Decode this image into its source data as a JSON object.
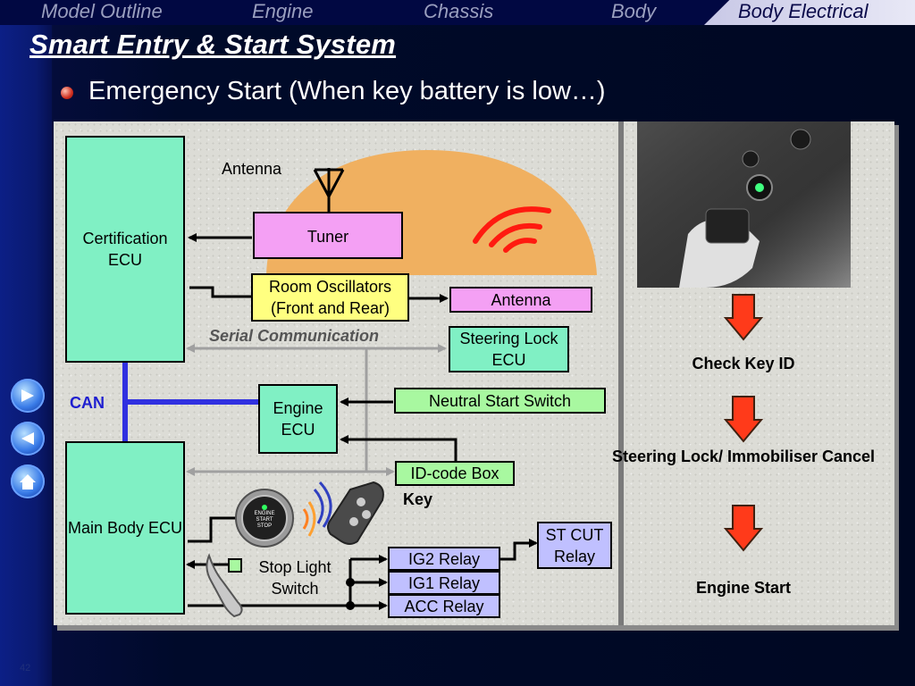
{
  "nav": {
    "tabs": [
      "Model Outline",
      "Engine",
      "Chassis",
      "Body"
    ],
    "active_tab": "Body Electrical"
  },
  "slide": {
    "title": "Smart Entry & Start System",
    "subtitle": "Emergency Start (When key battery is low…)",
    "page_number": "42"
  },
  "diagram": {
    "certification_ecu": "Certification ECU",
    "main_body_ecu": "Main Body ECU",
    "engine_ecu": "Engine ECU",
    "antenna_top": "Antenna",
    "tuner": "Tuner",
    "room_oscillators": "Room Oscillators (Front and Rear)",
    "antenna_box": "Antenna",
    "serial_communication": "Serial Communication",
    "steering_lock_ecu": "Steering Lock ECU",
    "can": "CAN",
    "neutral_start_switch": "Neutral Start Switch",
    "id_code_box": "ID-code Box",
    "key": "Key",
    "st_cut_relay": "ST CUT Relay",
    "stop_light_switch": "Stop Light Switch",
    "ig2_relay": "IG2 Relay",
    "ig1_relay": "IG1 Relay",
    "acc_relay": "ACC Relay",
    "start_button_text": "ENGINE START STOP"
  },
  "steps": [
    "Check Key ID",
    "Steering Lock/ Immobiliser Cancel",
    "Engine Start"
  ],
  "colors": {
    "ecu_green": "#80f0c4",
    "switch_green": "#a8f8a0",
    "tuner_pink": "#f4a0f4",
    "oscillator_yellow": "#ffff80",
    "relay_lavender": "#c0c0ff",
    "can_blue": "#3030e0",
    "arrow_red": "#ff3a1a",
    "signal_red": "#ff1a10",
    "antenna_field_orange": "#f0b060"
  },
  "icons": [
    "next-arrow-icon",
    "back-arrow-icon",
    "home-icon"
  ]
}
